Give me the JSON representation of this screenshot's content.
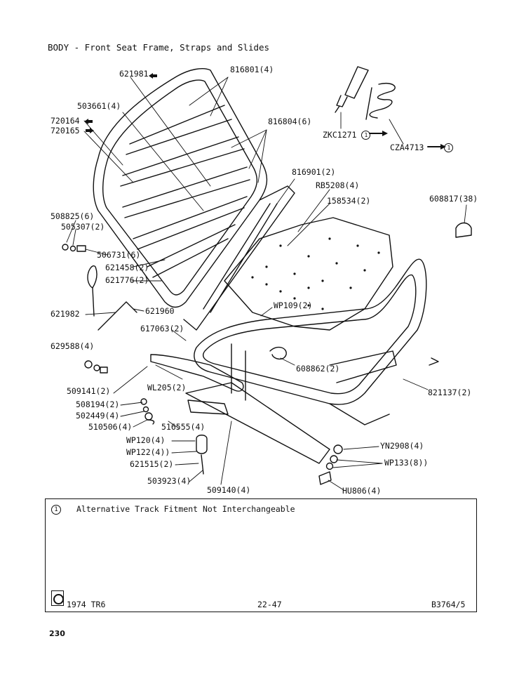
{
  "title": "BODY - Front Seat Frame, Straps and Slides",
  "labels": {
    "p621981": "621981",
    "p816801": "816801(4)",
    "p503661": "503661(4)",
    "p720164": "720164",
    "p720165": "720165",
    "p816804": "816804(6)",
    "pZKC1271": "ZKC1271",
    "pCZA4713": "CZA4713",
    "p816901": "816901(2)",
    "pRB5208": "RB5208(4)",
    "p158534": "158534(2)",
    "p608817": "608817(38)",
    "p508825": "508825(6)",
    "p505307": "505307(2)",
    "p506731": "506731(6)",
    "p621458": "621458(2)",
    "p621776": "621776(2)",
    "p621982": "621982",
    "p621960": "621960",
    "pWP109": "WP109(2)",
    "p617063": "617063(2)",
    "p629588": "629588(4)",
    "p608862": "608862(2)",
    "p509141": "509141(2)",
    "pWL205": "WL205(2)",
    "p821137": "821137(2)",
    "p508194": "508194(2)",
    "p502449": "502449(4)",
    "p510506": "510506(4)",
    "p516555": "516555(4)",
    "pWP120": "WP120(4)",
    "pWP122": "WP122(4))",
    "p621515": "621515(2)",
    "pYN2908": "YN2908(4)",
    "pWP133": "WP133(8))",
    "p503923": "503923(4)",
    "p509140": "509140(4)",
    "pHU806": "HU806(4)",
    "ref_mark": "1"
  },
  "note": {
    "marker": "1",
    "text": "Alternative Track Fitment Not Interchangeable"
  },
  "footer": {
    "model": "1974 TR6",
    "page_ref": "22-47",
    "drawing_id": "B3764/5"
  },
  "page_number": "230"
}
